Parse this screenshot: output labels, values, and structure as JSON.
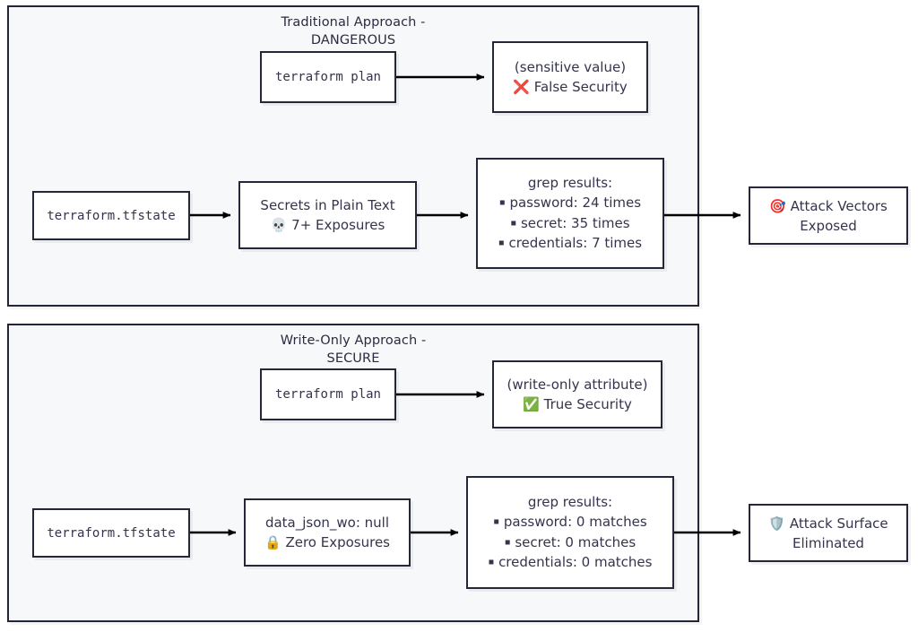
{
  "diagram": {
    "title_visible": false,
    "background": "#ffffff",
    "cluster_fill": "#f7f8fa",
    "border_color": "#252538",
    "text_color": "#34344c",
    "arrow_color": "#000000"
  },
  "clusters": [
    {
      "id": "traditional",
      "title": "Traditional Approach -\nDANGEROUS"
    },
    {
      "id": "writeonly",
      "title": "Write-Only Approach -\nSECURE"
    }
  ],
  "nodes": {
    "plan_1": {
      "line1": "terraform plan"
    },
    "sensitive": {
      "line1": "(sensitive value)",
      "emoji": "❌",
      "emoji_name": "cross-mark-icon",
      "line2": "False Security"
    },
    "tfstate_1": {
      "line1": "terraform.tfstate"
    },
    "secrets": {
      "line1": "Secrets in Plain Text",
      "emoji": "💀",
      "emoji_name": "skull-icon",
      "line2": "7+ Exposures"
    },
    "grep_1": {
      "header": "grep results:",
      "bullet": "▪",
      "items": [
        "password: 24 times",
        "secret: 35 times",
        "credentials: 7 times"
      ]
    },
    "attack_1": {
      "emoji": "🎯",
      "emoji_name": "target-icon",
      "line1": "Attack Vectors",
      "line2": "Exposed"
    },
    "plan_2": {
      "line1": "terraform plan"
    },
    "writeonly_attr": {
      "line1": "(write-only attribute)",
      "emoji": "✅",
      "emoji_name": "check-mark-icon",
      "line2": "True Security"
    },
    "tfstate_2": {
      "line1": "terraform.tfstate"
    },
    "datajson": {
      "line1": "data_json_wo: null",
      "emoji": "🔒",
      "emoji_name": "lock-icon",
      "line2": "Zero Exposures"
    },
    "grep_2": {
      "header": "grep results:",
      "bullet": "▪",
      "items": [
        "password: 0 matches",
        "secret: 0 matches",
        "credentials: 0 matches"
      ]
    },
    "attack_2": {
      "emoji": "🛡️",
      "emoji_name": "shield-icon",
      "line1": "Attack Surface",
      "line2": "Eliminated"
    }
  }
}
